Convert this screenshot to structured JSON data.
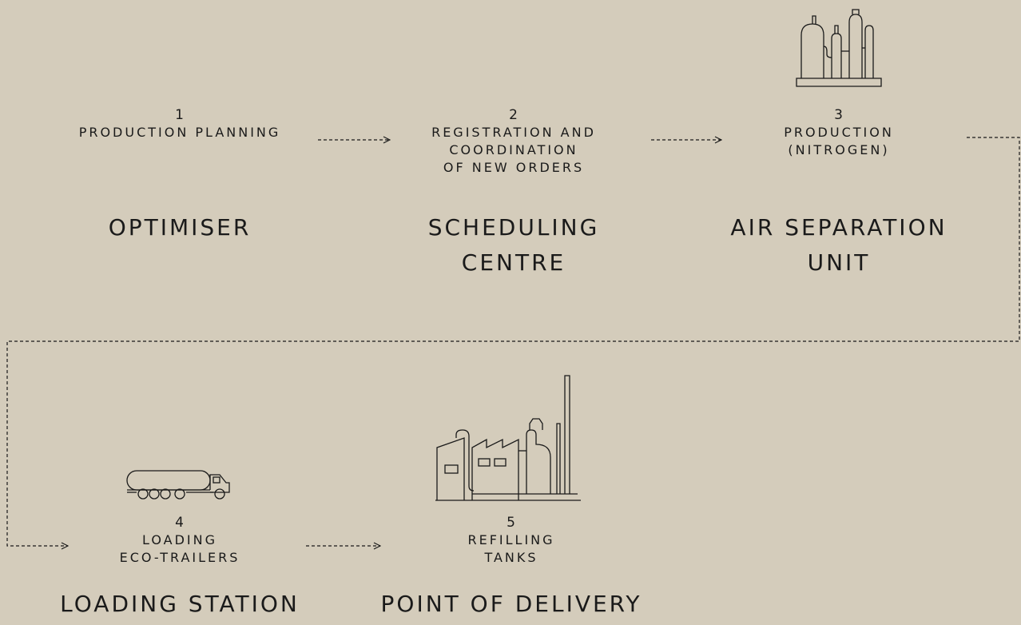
{
  "steps": [
    {
      "number": "1",
      "description": "PRODUCTION PLANNING",
      "title": "OPTIMISER"
    },
    {
      "number": "2",
      "description": "REGISTRATION AND\nCOORDINATION\nOF NEW ORDERS",
      "title": "SCHEDULING\nCENTRE"
    },
    {
      "number": "3",
      "description": "PRODUCTION\n(NITROGEN)",
      "title": "AIR SEPARATION\nUNIT"
    },
    {
      "number": "4",
      "description": "LOADING\nECO-TRAILERS",
      "title": "LOADING STATION"
    },
    {
      "number": "5",
      "description": "REFILLING\nTANKS",
      "title": "POINT OF DELIVERY"
    }
  ],
  "icons": {
    "step3": "air-separation-unit-icon",
    "step4": "tanker-truck-icon",
    "step5": "factory-icon"
  },
  "colors": {
    "background": "#d4ccbb",
    "ink": "#1a1a1a"
  }
}
